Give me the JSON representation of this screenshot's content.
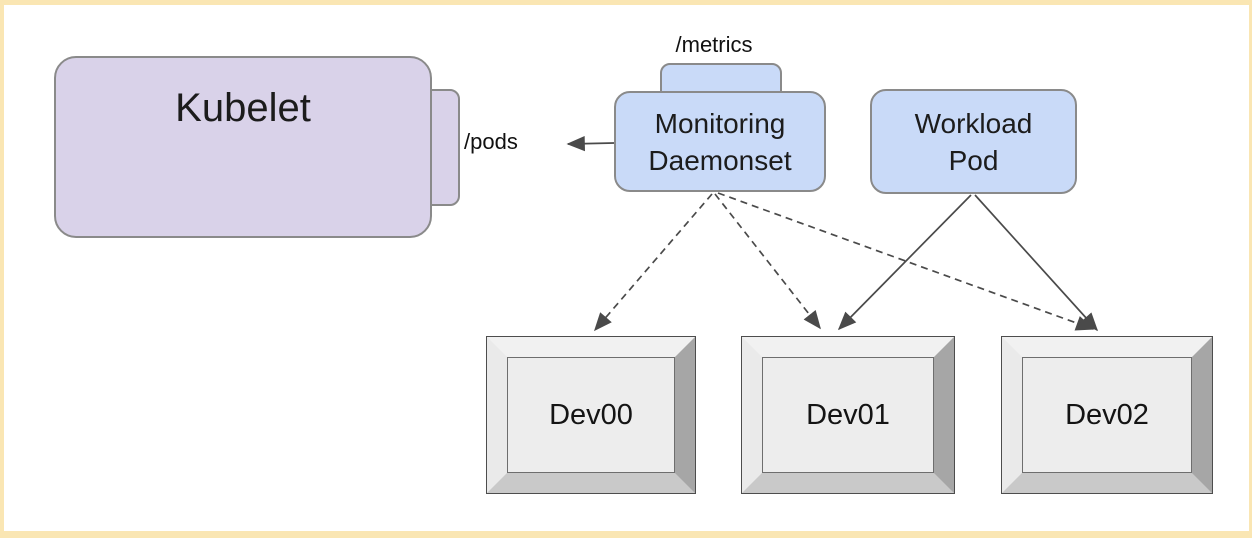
{
  "diagram": {
    "nodes": {
      "kubelet": {
        "label": "Kubelet",
        "fill": "#d9d2e9"
      },
      "monitoring_daemonset": {
        "line1": "Monitoring",
        "line2": "Daemonset",
        "fill": "#c9daf8"
      },
      "workload_pod": {
        "line1": "Workload",
        "line2": "Pod",
        "fill": "#c9daf8"
      },
      "dev00": {
        "label": "Dev00"
      },
      "dev01": {
        "label": "Dev01"
      },
      "dev02": {
        "label": "Dev02"
      }
    },
    "port_labels": {
      "metrics": "/metrics",
      "pods": "/pods"
    },
    "edges": [
      {
        "from": "monitoring_daemonset",
        "to": "kubelet",
        "style": "solid",
        "label": "/pods"
      },
      {
        "from": "monitoring_daemonset",
        "to": "dev00",
        "style": "dashed"
      },
      {
        "from": "monitoring_daemonset",
        "to": "dev01",
        "style": "dashed"
      },
      {
        "from": "monitoring_daemonset",
        "to": "dev02",
        "style": "dashed"
      },
      {
        "from": "workload_pod",
        "to": "dev01",
        "style": "solid"
      },
      {
        "from": "workload_pod",
        "to": "dev02",
        "style": "solid"
      }
    ],
    "colors": {
      "frame_border": "#fae6b3",
      "canvas": "#ffffff",
      "node_purple": "#d9d2e9",
      "node_blue": "#c9daf8",
      "node_border": "#8a8a8a",
      "edge_line": "#4a4a4a",
      "dev_face": "#ededed",
      "dev_bevel_light": "#f1f1f1",
      "dev_bevel_dark": "#a6a6a6"
    }
  }
}
